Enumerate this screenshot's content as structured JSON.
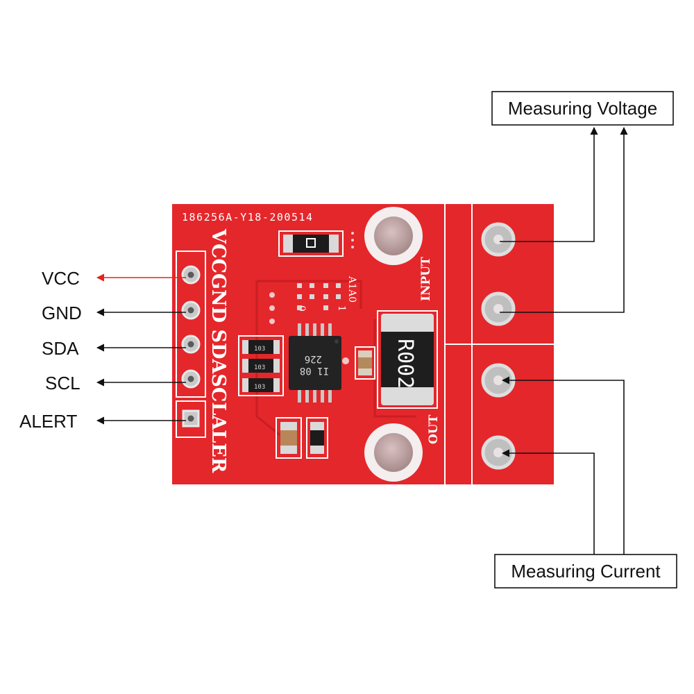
{
  "pins": [
    {
      "label": "VCC",
      "arrow_color": "#e8211a"
    },
    {
      "label": "GND",
      "arrow_color": "#111111"
    },
    {
      "label": "SDA",
      "arrow_color": "#111111"
    },
    {
      "label": "SCL",
      "arrow_color": "#111111"
    },
    {
      "label": "ALERT",
      "arrow_color": "#111111"
    }
  ],
  "voltage_box": {
    "label": "Measuring Voltage"
  },
  "current_box": {
    "label": "Measuring Current"
  },
  "board": {
    "color": "#e4272b",
    "serial": "186256A-Y18-200514",
    "silkscreen_pins": "VCCGND SDASCLALER",
    "input_label": "INPUT",
    "out_label": "OUT",
    "addr_label": "A1A0",
    "addr_0": "0",
    "addr_1": "1",
    "shunt_marking": "R002",
    "chip_marking_1": "226",
    "chip_marking_2": "I1 08",
    "resistor_marking": "103"
  },
  "colors": {
    "board": "#e4272b",
    "arrow_red": "#e8211a",
    "line": "#111111"
  }
}
